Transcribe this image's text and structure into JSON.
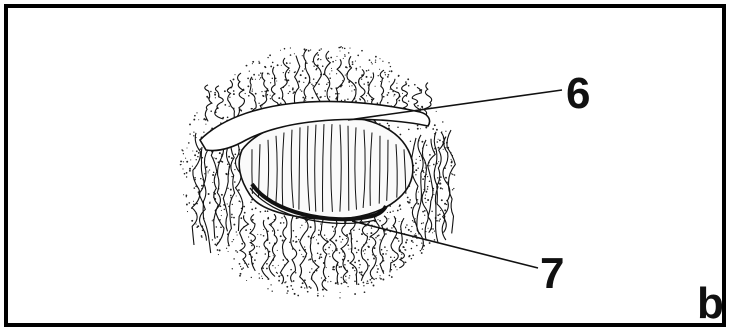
{
  "figure": {
    "panel_letter": "b",
    "callouts": [
      {
        "id": "callout-6",
        "label": "6"
      },
      {
        "id": "callout-7",
        "label": "7"
      }
    ],
    "colors": {
      "ink": "#111111",
      "background": "#ffffff",
      "frame": "#000000"
    }
  }
}
